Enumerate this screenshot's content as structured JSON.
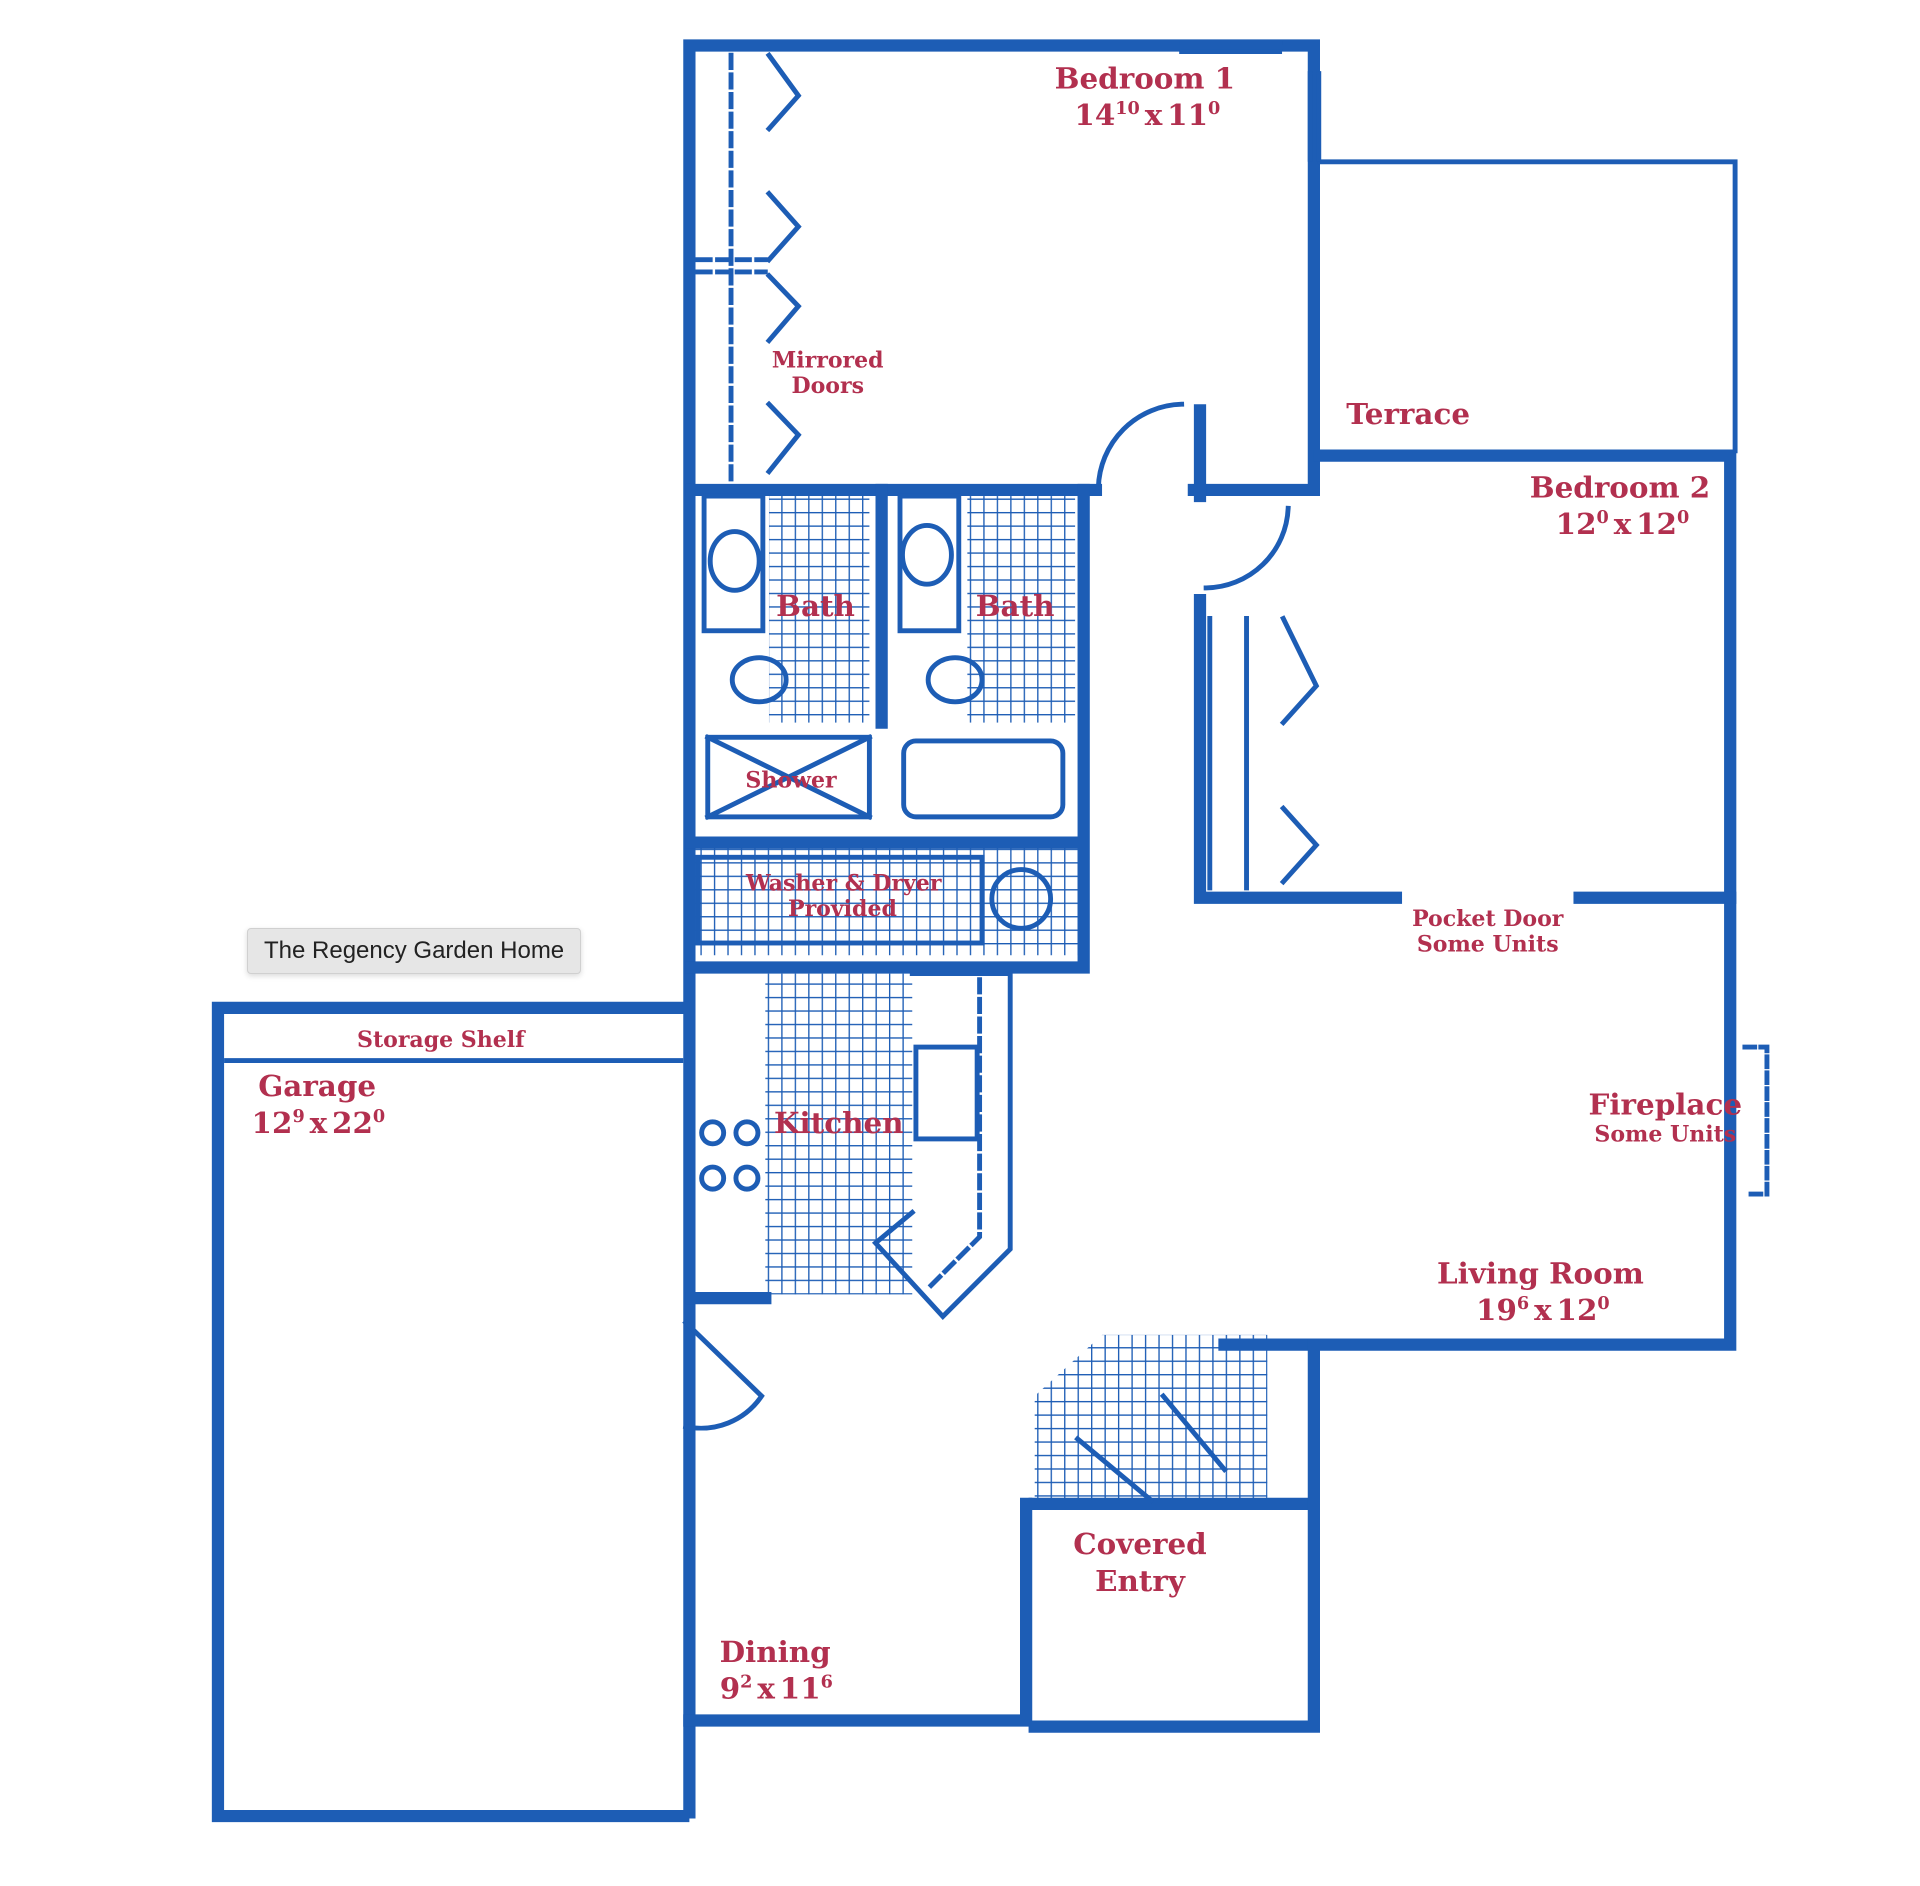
{
  "title": "The Regency Garden Home",
  "colors": {
    "walls": "#1d5db5",
    "labels": "#b2304f"
  },
  "rooms": {
    "bedroom1": {
      "name": "Bedroom 1",
      "dim_a": "14",
      "dim_a_sup": "10",
      "x": "x",
      "dim_b": "11",
      "dim_b_sup": "0"
    },
    "bedroom2": {
      "name": "Bedroom 2",
      "dim_a": "12",
      "dim_a_sup": "0",
      "x": "x",
      "dim_b": "12",
      "dim_b_sup": "0"
    },
    "garage": {
      "name": "Garage",
      "dim_a": "12",
      "dim_a_sup": "9",
      "x": "x",
      "dim_b": "22",
      "dim_b_sup": "0"
    },
    "living": {
      "name": "Living Room",
      "dim_a": "19",
      "dim_a_sup": "6",
      "x": "x",
      "dim_b": "12",
      "dim_b_sup": "0"
    },
    "dining": {
      "name": "Dining",
      "dim_a": "9",
      "dim_a_sup": "2",
      "x": "x",
      "dim_b": "11",
      "dim_b_sup": "6"
    }
  },
  "labels": {
    "terrace": "Terrace",
    "mirrored_1": "Mirrored",
    "mirrored_2": "Doors",
    "bath1": "Bath",
    "bath2": "Bath",
    "shower": "Shower",
    "washer_1": "Washer & Dryer",
    "washer_2": "Provided",
    "pocket_1": "Pocket Door",
    "pocket_2": "Some Units",
    "fireplace_1": "Fireplace",
    "fireplace_2": "Some Units",
    "storage": "Storage Shelf",
    "kitchen": "Kitchen",
    "covered_1": "Covered",
    "covered_2": "Entry"
  }
}
